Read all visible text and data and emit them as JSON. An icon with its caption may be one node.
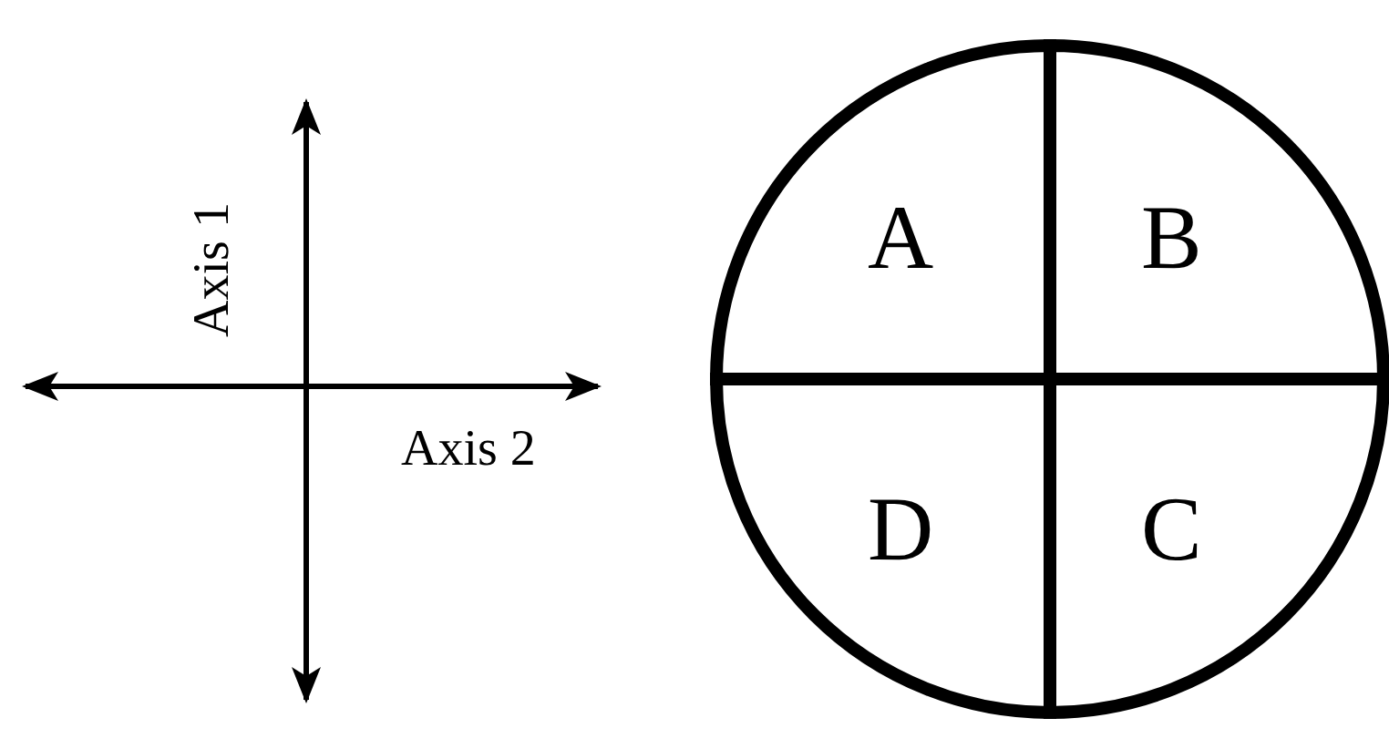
{
  "diagram": {
    "nodes": [
      {
        "text": [
          "A"
        ]
      },
      {
        "text": [
          "B"
        ]
      },
      {
        "text": [
          "D"
        ]
      },
      {
        "text": [
          "C"
        ]
      }
    ],
    "labels": [
      "Axis 1",
      "Axis 2"
    ]
  }
}
